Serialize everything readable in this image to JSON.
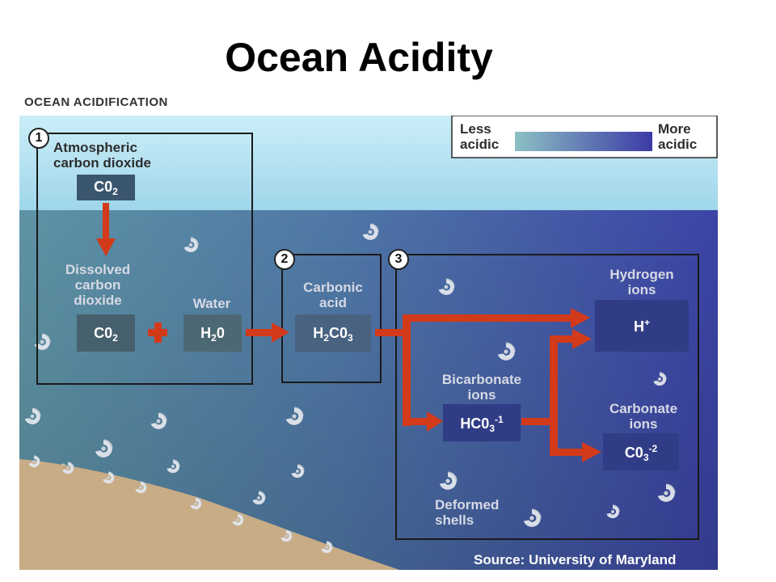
{
  "slide_title": "Ocean Acidity",
  "figure_header": "OCEAN ACIDIFICATION",
  "legend": {
    "less": [
      "Less",
      "acidic"
    ],
    "more": [
      "More",
      "acidic"
    ]
  },
  "steps": [
    "1",
    "2",
    "3"
  ],
  "labels": {
    "atmospheric": [
      "Atmospheric",
      "carbon dioxide"
    ],
    "dissolved": [
      "Dissolved",
      "carbon",
      "dioxide"
    ],
    "water": "Water",
    "carbonic": [
      "Carbonic",
      "acid"
    ],
    "hydrogen": [
      "Hydrogen",
      "ions"
    ],
    "bicarbonate": [
      "Bicarbonate",
      "ions"
    ],
    "carbonate": [
      "Carbonate",
      "ions"
    ],
    "deformed": [
      "Deformed",
      "shells"
    ]
  },
  "formulas": {
    "co2_atm": {
      "base": "C0",
      "sub": "2"
    },
    "co2_dissolved": {
      "base": "C0",
      "sub": "2"
    },
    "water": {
      "a": "H",
      "sub": "2",
      "b": "0"
    },
    "carbonic": {
      "a": "H",
      "sub1": "2",
      "b": "C0",
      "sub2": "3"
    },
    "hydrogen": {
      "base": "H",
      "sup": "+"
    },
    "bicarbonate": {
      "base": "HC0",
      "sub": "3",
      "sup": "-1"
    },
    "carbonate": {
      "base": "C0",
      "sub": "3",
      "sup": "-2"
    }
  },
  "plus_symbol": "+",
  "source": "Source: University of Maryland",
  "colors": {
    "sky": "#9fd6ea",
    "ocean_left": "#5b8fa2",
    "ocean_right": "#3d4aa6",
    "arrow": "#d23a1a",
    "formula_box": "#3a566e",
    "seafloor": "#c8ac86"
  }
}
